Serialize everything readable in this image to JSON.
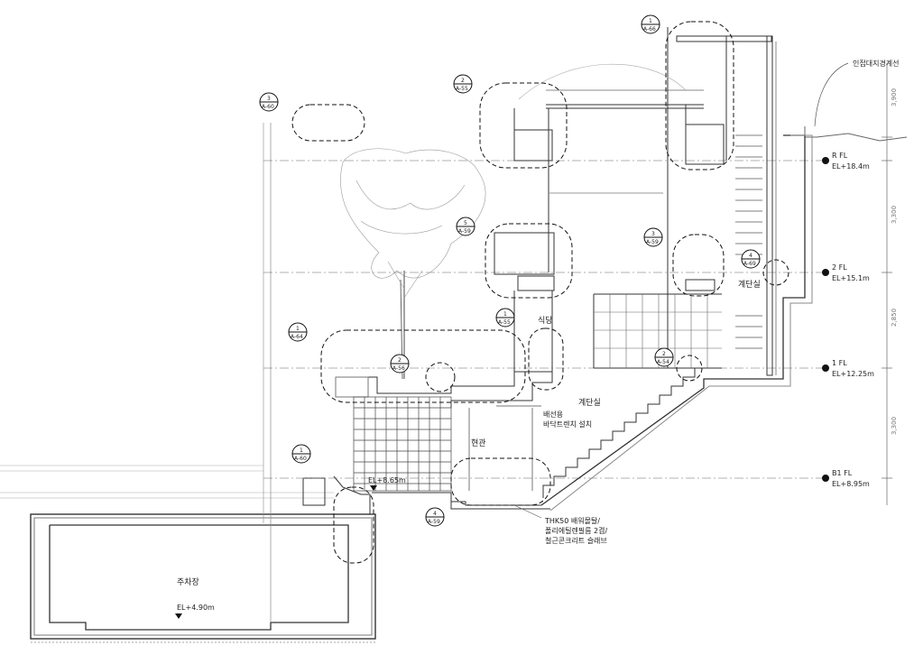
{
  "levels": [
    {
      "label": "R FL",
      "el": "EL+18.4m"
    },
    {
      "label": "2 FL",
      "el": "EL+15.1m"
    },
    {
      "label": "1 FL",
      "el": "EL+12.25m"
    },
    {
      "label": "B1 FL",
      "el": "EL+8.95m"
    }
  ],
  "floor_dims": [
    "3,900",
    "3,300",
    "2,850",
    "3,300"
  ],
  "callouts": [
    {
      "num": "1",
      "ref": "A-66"
    },
    {
      "num": "2",
      "ref": "A-55"
    },
    {
      "num": "3",
      "ref": "A-60"
    },
    {
      "num": "5",
      "ref": "A-59"
    },
    {
      "num": "3",
      "ref": "A-59"
    },
    {
      "num": "1",
      "ref": "A-64"
    },
    {
      "num": "2",
      "ref": "A-56"
    },
    {
      "num": "1",
      "ref": "A-55"
    },
    {
      "num": "4",
      "ref": "A-69"
    },
    {
      "num": "2",
      "ref": "A-54"
    },
    {
      "num": "1",
      "ref": "A-60"
    },
    {
      "num": "4",
      "ref": "A-59"
    }
  ],
  "labels": {
    "boundary": "인접대지경계선",
    "dining": "식당",
    "stair_hall_1": "계단실",
    "stair_hall_2": "계단실",
    "drain_1": "배선용",
    "drain_2": "바닥트렌치 설치",
    "entrance": "현관",
    "interior_el": "EL+8.65m",
    "parking": "주차장",
    "parking_el": "EL+4.90m",
    "slab_1": "THK50 배워몰탈/",
    "slab_2": "폴리에틸렌필름 2겹/",
    "slab_3": "철근콘크리트 슬래브"
  }
}
